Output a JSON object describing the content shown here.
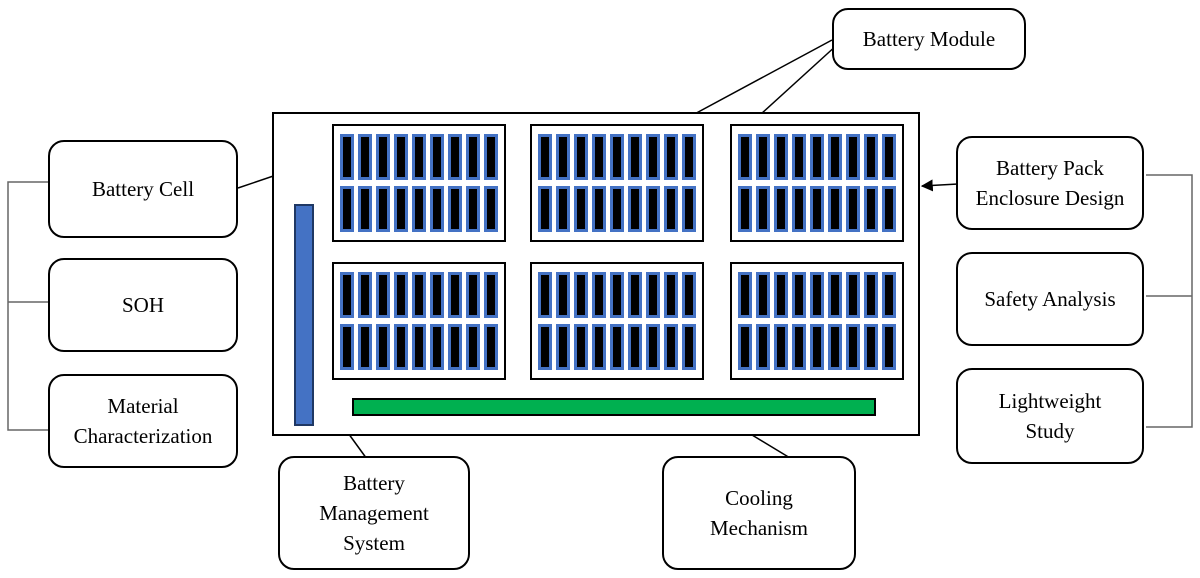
{
  "labels": {
    "battery_module": "Battery Module",
    "battery_cell": "Battery Cell",
    "soh": "SOH",
    "material_characterization": "Material\nCharacterization",
    "battery_pack_enclosure_design": "Battery Pack\nEnclosure Design",
    "safety_analysis": "Safety Analysis",
    "lightweight_study": "Lightweight\nStudy",
    "battery_management_system": "Battery\nManagement\nSystem",
    "cooling_mechanism": "Cooling\nMechanism"
  },
  "diagram": {
    "module_grid": {
      "rows": 2,
      "cols": 3
    },
    "cells_per_module": {
      "rows": 2,
      "cols": 9
    },
    "colors": {
      "cell_border": "#4472c4",
      "cell_fill": "#000000",
      "bms": "#4472c4",
      "cooling": "#00b050"
    }
  }
}
